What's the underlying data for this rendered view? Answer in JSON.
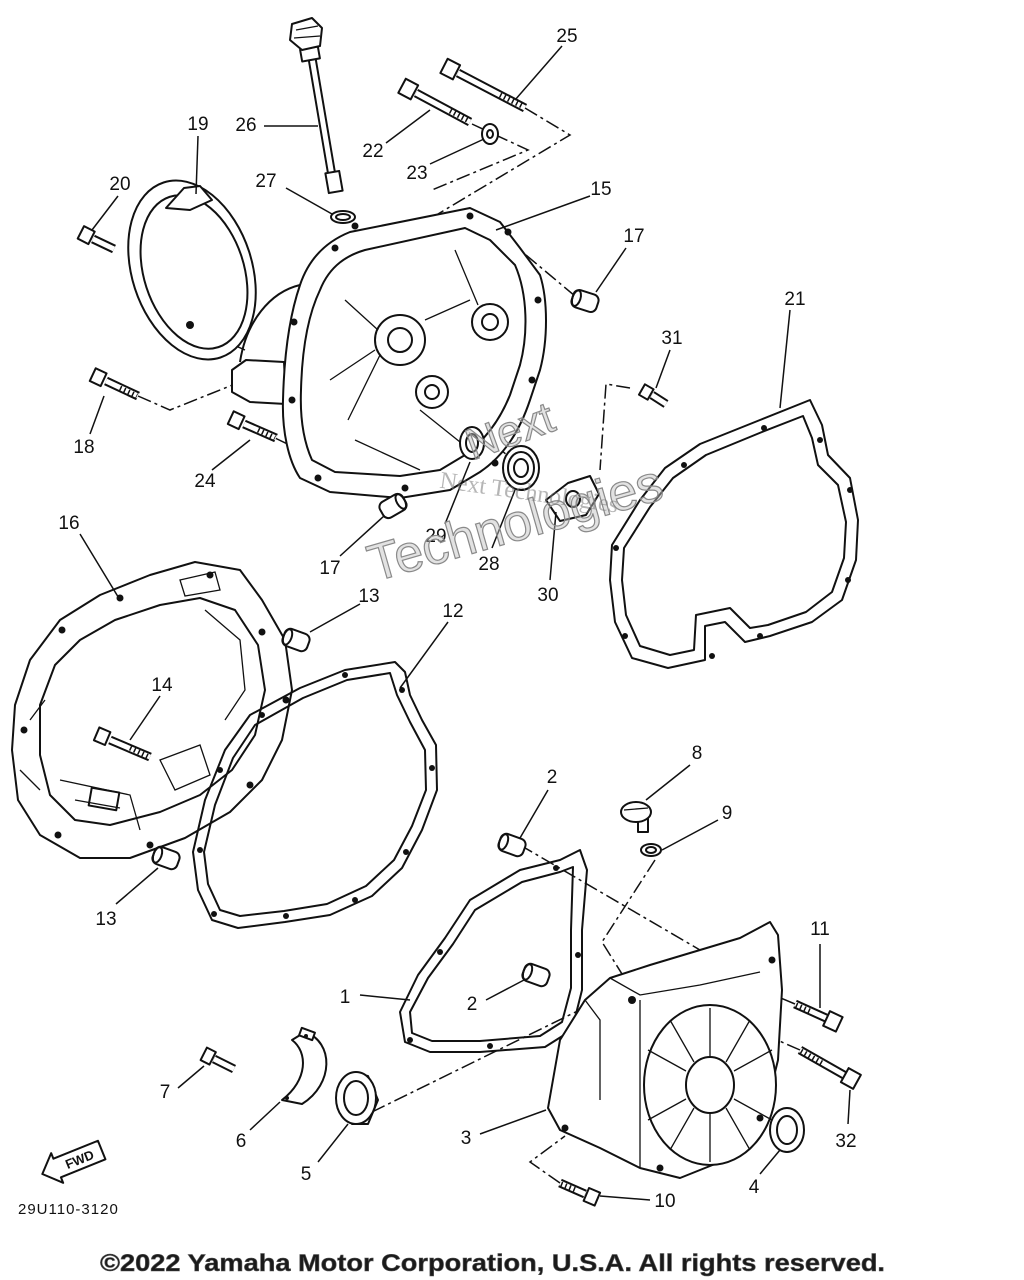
{
  "callouts": [
    "25",
    "22",
    "23",
    "19",
    "26",
    "27",
    "20",
    "15",
    "17",
    "21",
    "31",
    "18",
    "24",
    "29",
    "28",
    "17",
    "30",
    "16",
    "13",
    "12",
    "14",
    "2",
    "8",
    "9",
    "11",
    "13",
    "1",
    "2",
    "7",
    "6",
    "3",
    "32",
    "5",
    "4",
    "10"
  ],
  "diagram_code": "29U110-3120",
  "fwd_label": "FWD",
  "watermark": [
    "Next",
    "Next Technologies",
    "Technologies"
  ],
  "copyright": "©2022 Yamaha Motor Corporation, U.S.A. All rights reserved."
}
